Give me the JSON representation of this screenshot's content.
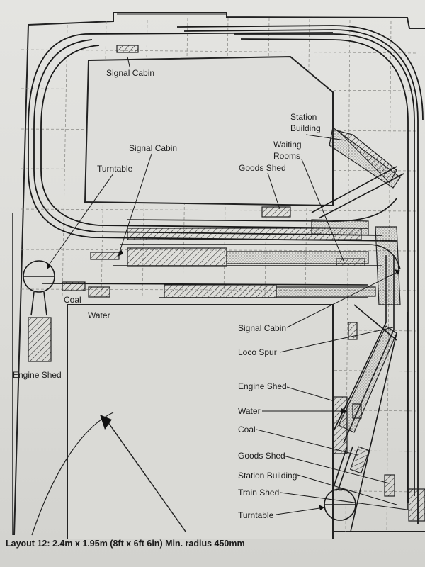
{
  "caption": "Layout 12: 2.4m x 1.95m (8ft x 6ft 6in) Min. radius 450mm",
  "labels": {
    "signal_cabin_top": "Signal Cabin",
    "signal_cabin_mid": "Signal Cabin",
    "turntable_left": "Turntable",
    "goods_shed_top": "Goods Shed",
    "station_building_top_1": "Station",
    "station_building_top_2": "Building",
    "waiting_rooms_1": "Waiting",
    "waiting_rooms_2": "Rooms",
    "coal_left": "Coal",
    "water_left": "Water",
    "engine_shed_left": "Engine Shed",
    "signal_cabin_right": "Signal Cabin",
    "loco_spur": "Loco Spur",
    "engine_shed_right": "Engine Shed",
    "water_right": "Water",
    "coal_right": "Coal",
    "goods_shed_right": "Goods Shed",
    "station_building_right": "Station Building",
    "train_shed": "Train Shed",
    "turntable_right": "Turntable"
  },
  "colors": {
    "ink": "#1c1c1c",
    "paper": "#e0e0dd",
    "grid": "#9a9a96"
  }
}
